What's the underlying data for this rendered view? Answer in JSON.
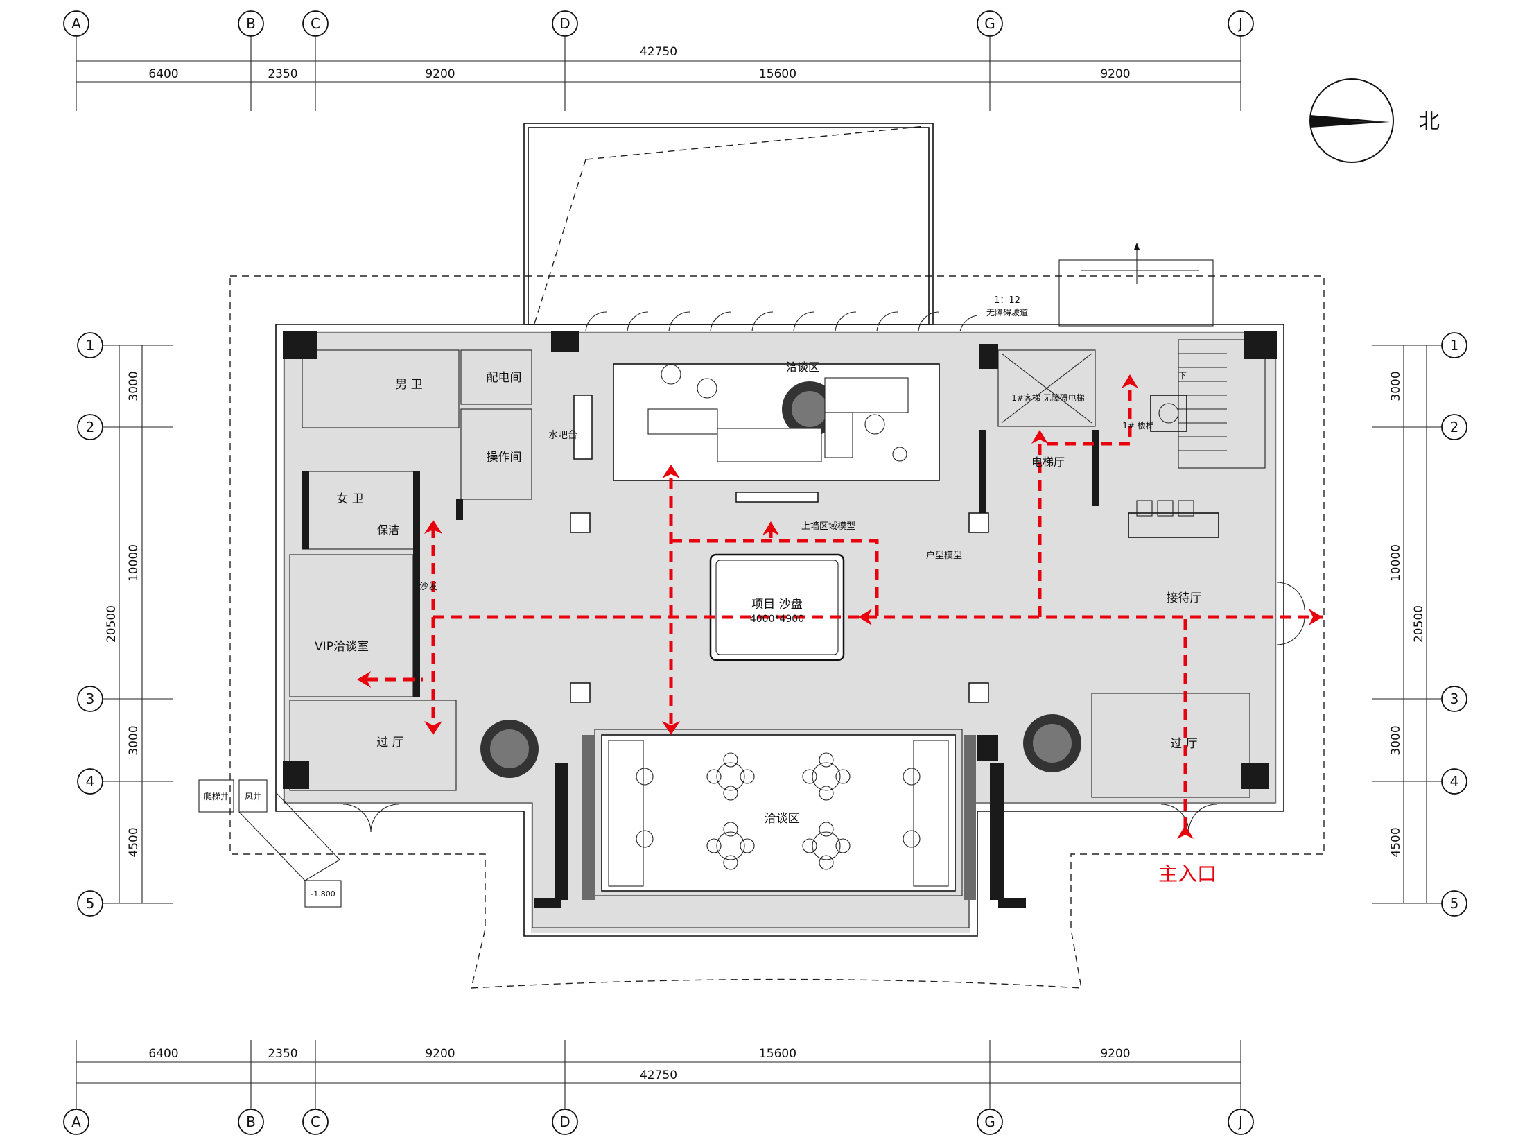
{
  "grid": {
    "columns": [
      "A",
      "B",
      "C",
      "D",
      "G",
      "J"
    ],
    "rows": [
      "1",
      "2",
      "3",
      "4",
      "5"
    ]
  },
  "dims": {
    "horizontal_segments": [
      "6400",
      "2350",
      "9200",
      "15600",
      "9200"
    ],
    "horizontal_total": "42750",
    "vertical_segments": [
      "3000",
      "10000",
      "3000",
      "4500"
    ],
    "vertical_total": "20500"
  },
  "compass": {
    "label": "北"
  },
  "rooms": {
    "mens_wc": "男 卫",
    "power_room": "配电间",
    "operation_room": "操作间",
    "water_bar": "水吧台",
    "womens_wc": "女 卫",
    "cleaning": "保洁",
    "sofa": "沙发",
    "vip_room": "VIP洽谈室",
    "lobby_left": "过 厅",
    "lobby_right": "过 厅",
    "negotiation_top": "洽谈区",
    "negotiation_bottom": "洽谈区",
    "sand_table_title": "项目 沙盘",
    "sand_table_size": "4000*4900",
    "wall_model": "上墙区域模型",
    "unit_model": "户型模型",
    "elevator_hall": "电梯厅",
    "reception": "接待厅",
    "stair_label": "1#\n楼梯",
    "down_label": "下",
    "elevator_label": "1#客梯\n无障碍电梯",
    "ramp_ratio": "1：12",
    "ramp_label": "无障碍坡道",
    "main_entrance": "主入口",
    "climb_ladder": "爬梯井",
    "air_shaft": "风井",
    "level_mark": "-1.800"
  },
  "colors": {
    "route": "#e8000c",
    "wall": "#1a1a1a",
    "floor": "#dedede"
  }
}
